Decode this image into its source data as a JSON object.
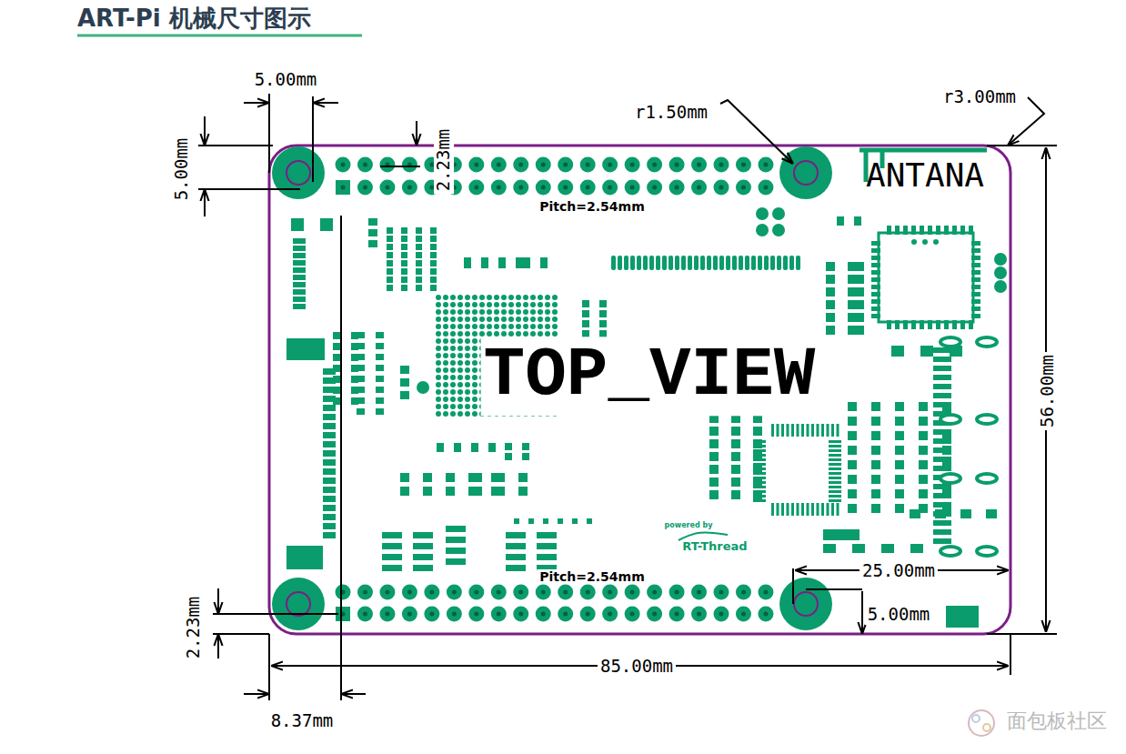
{
  "diagram": {
    "title": "ART-Pi 机械尺寸图示",
    "labels": [
      "5.00mm",
      "5.00mm",
      "2.23mm",
      "r1.50mm",
      "r3.00mm",
      "ANTANA",
      "Pitch=2.54mm",
      "TOP_VIEW",
      "56.00mm",
      "powered by",
      "RT-Thread",
      "Pitch=2.54mm",
      "25.00mm",
      "5.00mm",
      "2.23mm",
      "85.00mm",
      "8.37mm",
      "面包板社区"
    ]
  }
}
